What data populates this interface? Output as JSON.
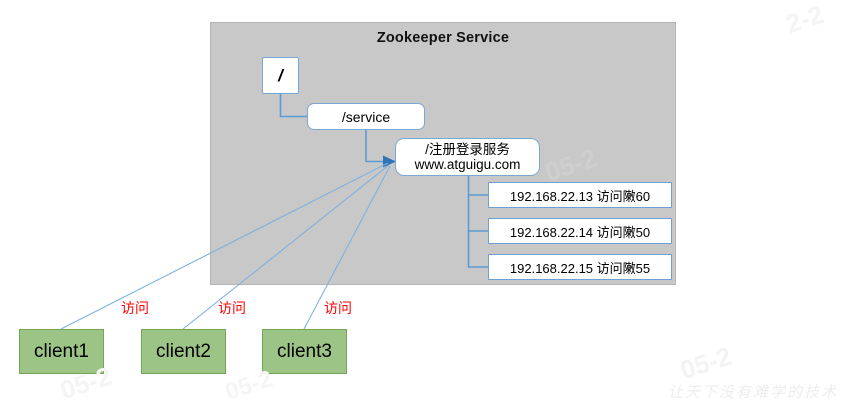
{
  "diagram": {
    "title": "Zookeeper Service",
    "panel_color": "#c8c8c8",
    "node_border_color": "#7ba7d7",
    "client_fill_color": "#9dc487",
    "client_border_color": "#74a657",
    "connector_color": "#5b9bd5",
    "access_label_color": "#ff0000"
  },
  "tree": {
    "root": {
      "label": "/"
    },
    "service": {
      "label": "/service"
    },
    "registry": {
      "line1": "/注册登录服务",
      "line2": "www.atguigu.com"
    },
    "instances": [
      {
        "ip": "192.168.22.13",
        "metric": "访问敶60",
        "text": "192.168.22.13 访问敶60"
      },
      {
        "ip": "192.168.22.14",
        "metric": "访问敶50",
        "text": "192.168.22.14 访问敶50"
      },
      {
        "ip": "192.168.22.15",
        "metric": "访问敶55",
        "text": "192.168.22.15 访问敶55"
      }
    ]
  },
  "clients": [
    {
      "label": "client1",
      "access_label": "访问"
    },
    {
      "label": "client2",
      "access_label": "访问"
    },
    {
      "label": "client3",
      "access_label": "访问"
    }
  ],
  "watermarks": {
    "brand": "让天下没有难学的技术",
    "tile1": "05-2",
    "tile2": "05-2",
    "tile3": "2-2",
    "tile4": "05-2",
    "tile5": "05-2"
  }
}
